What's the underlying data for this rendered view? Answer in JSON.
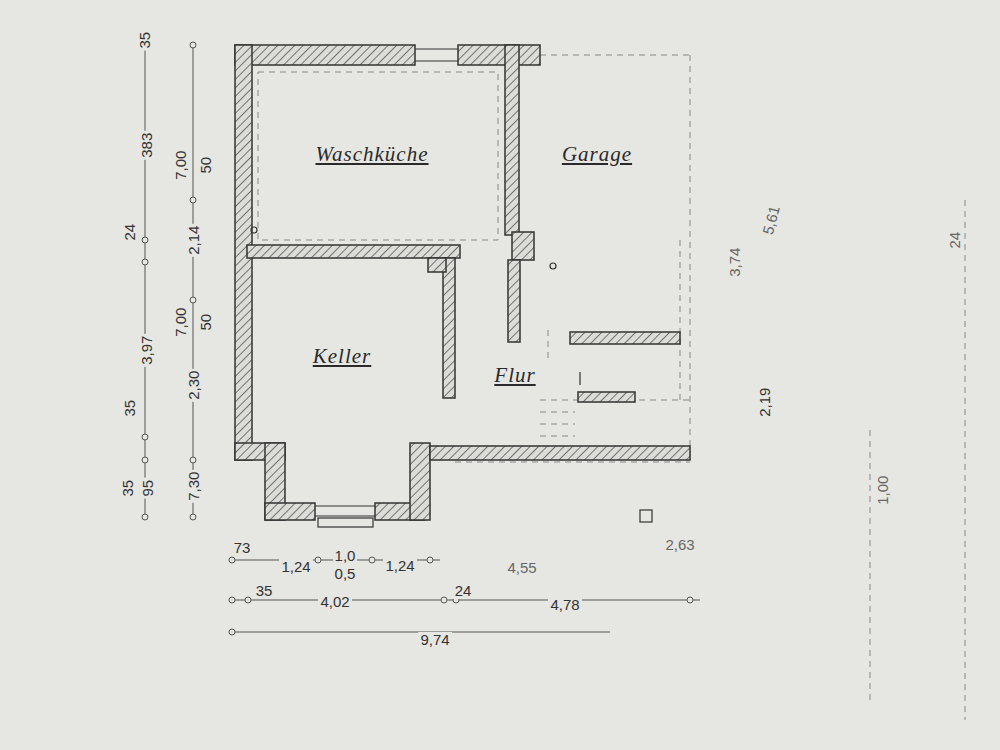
{
  "diagram": {
    "nodes": [
      {
        "text": [
          "Waschküche"
        ]
      },
      {
        "text": [
          "Garage"
        ]
      },
      {
        "text": [
          "Keller"
        ]
      },
      {
        "text": [
          "Flur"
        ]
      }
    ],
    "labels": [
      "35",
      "383",
      "24",
      "3,97",
      "35",
      "35",
      "95",
      "7,00",
      "50",
      "2,14",
      "7,00",
      "50",
      "2,30",
      "7,30",
      "73",
      "1,24",
      "1,0",
      "0,5",
      "1,24",
      "4,55",
      "2,63",
      "35",
      "4,02",
      "24",
      "4,78",
      "9,74",
      "5,61",
      "3,74",
      "2,19",
      "24",
      "1,00"
    ]
  }
}
